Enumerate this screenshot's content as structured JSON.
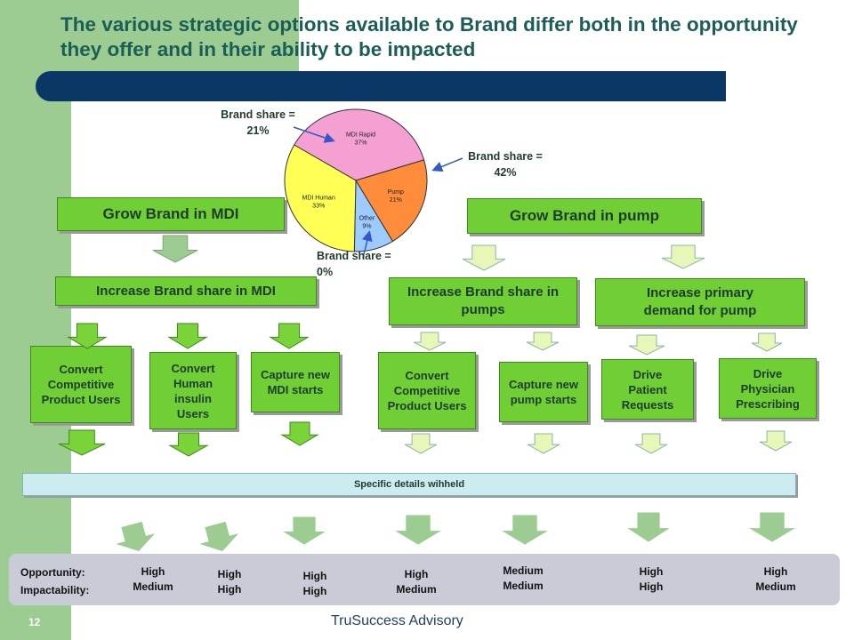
{
  "title": "The various strategic options available to Brand differ both in the opportunity they offer and in their ability to be impacted",
  "chart_data": {
    "type": "pie",
    "categories": [
      "MDI Rapid",
      "Pump",
      "Other",
      "MDI Human"
    ],
    "values": [
      37,
      21,
      9,
      33
    ],
    "labels": [
      "MDI Rapid 37%",
      "Pump 21%",
      "Other 9%",
      "MDI Human 33%"
    ],
    "colors": [
      "#f5a0d3",
      "#ff8c3a",
      "#9dcbff",
      "#ffff55"
    ]
  },
  "pie_callouts": {
    "rapid": "Brand share = 21%",
    "pump": "Brand share = 42%",
    "other": "Brand share = 0%"
  },
  "boxes": {
    "grow_mdi": "Grow Brand in MDI",
    "grow_pump": "Grow Brand in pump",
    "inc_share_mdi": "Increase Brand share in MDI",
    "inc_share_pumps": "Increase Brand share in pumps",
    "inc_primary": "Increase primary demand for pump",
    "mdi_convert_comp": "Convert Competitive Product Users",
    "mdi_convert_human": "Convert Human insulin Users",
    "mdi_capture": "Capture new MDI starts",
    "pump_convert_comp": "Convert Competitive Product Users",
    "pump_capture": "Capture new pump starts",
    "drive_patient": "Drive Patient Requests",
    "drive_physician": "Drive Physician Prescribing"
  },
  "details": "Specific details wihheld",
  "rating_labels": {
    "opportunity": "Opportunity:",
    "impactability": "Impactability:"
  },
  "ratings": [
    {
      "opportunity": "High",
      "impactability": "Medium"
    },
    {
      "opportunity": "High",
      "impactability": "High"
    },
    {
      "opportunity": "High",
      "impactability": "High"
    },
    {
      "opportunity": "High",
      "impactability": "Medium"
    },
    {
      "opportunity": "Medium",
      "impactability": "Medium"
    },
    {
      "opportunity": "High",
      "impactability": "High"
    },
    {
      "opportunity": "High",
      "impactability": "Medium"
    }
  ],
  "footer": {
    "page_number": "12",
    "company": "TruSuccess Advisory"
  }
}
